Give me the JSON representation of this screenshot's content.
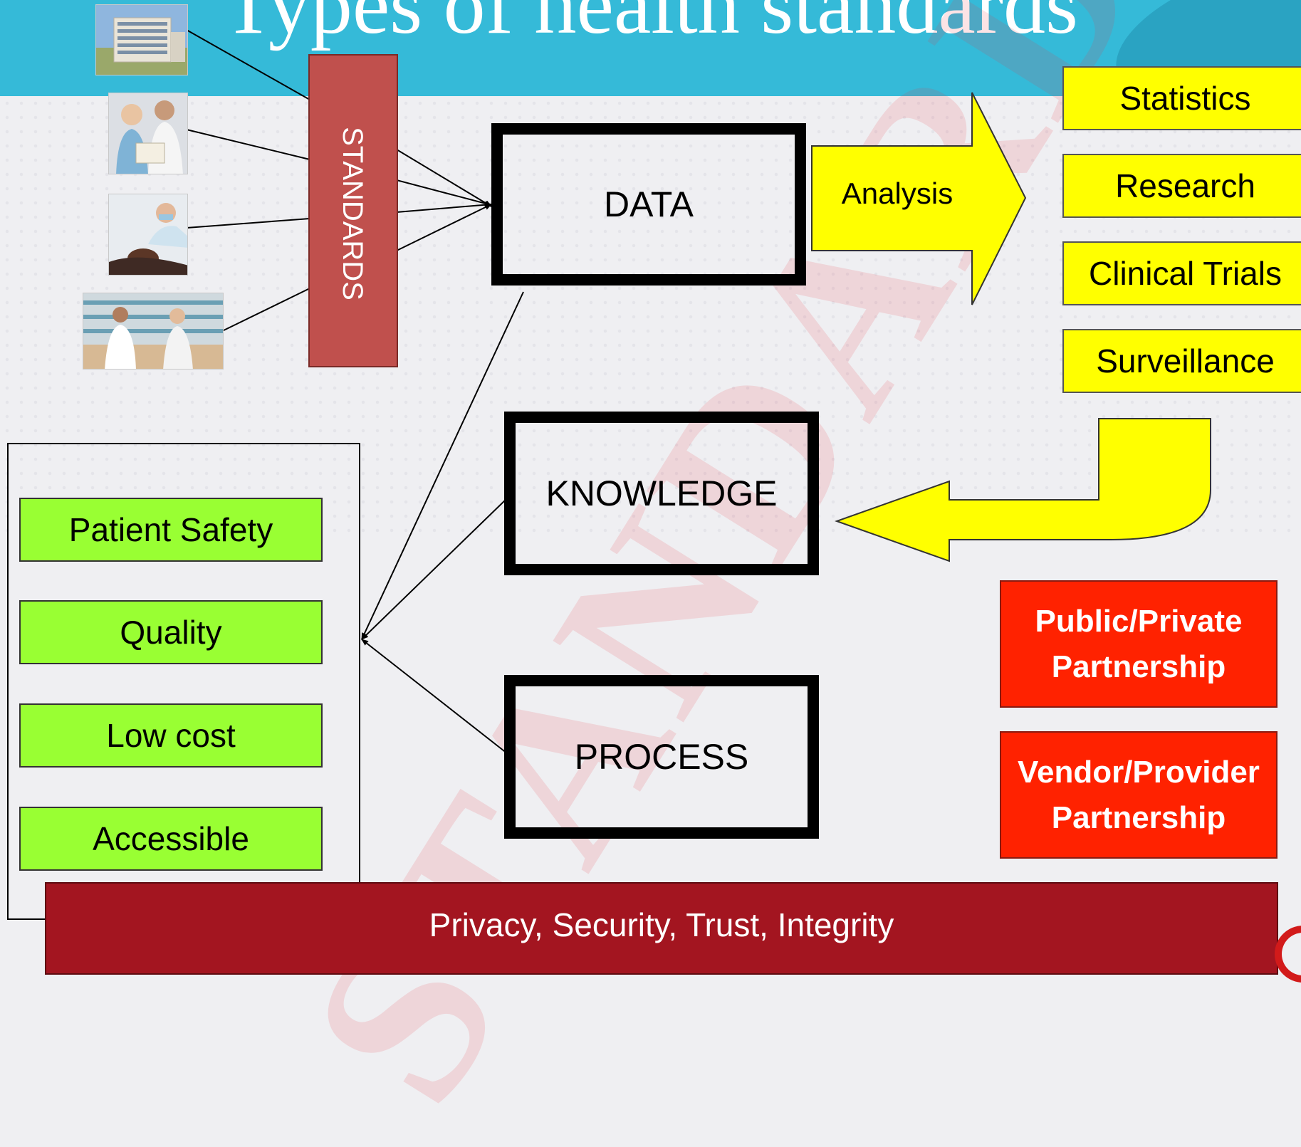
{
  "title": "Types of health standards",
  "watermark": "STANDARDS",
  "standards_label": "STANDARDS",
  "nodes": {
    "data": "DATA",
    "knowledge": "KNOWLEDGE",
    "process": "PROCESS"
  },
  "analysis_label": "Analysis",
  "uses": [
    "Statistics",
    "Research",
    "Clinical Trials",
    "Surveillance"
  ],
  "outcomes": [
    "Patient Safety",
    "Quality",
    "Low cost",
    "Accessible"
  ],
  "partnerships": [
    {
      "line1": "Public/Private",
      "line2": "Partnership"
    },
    {
      "line1": "Vendor/Provider",
      "line2": "Partnership"
    }
  ],
  "footer": "Privacy, Security, Trust, Integrity",
  "photos": [
    "hospital-building-photo",
    "doctor-nurse-photo",
    "dental-patient-photo",
    "pharmacy-photo"
  ],
  "colors": {
    "header": "#35bad8",
    "standards_bar": "#c0504d",
    "yellow": "#ffff00",
    "green": "#99ff33",
    "red": "#ff2200",
    "footer": "#a31520"
  }
}
